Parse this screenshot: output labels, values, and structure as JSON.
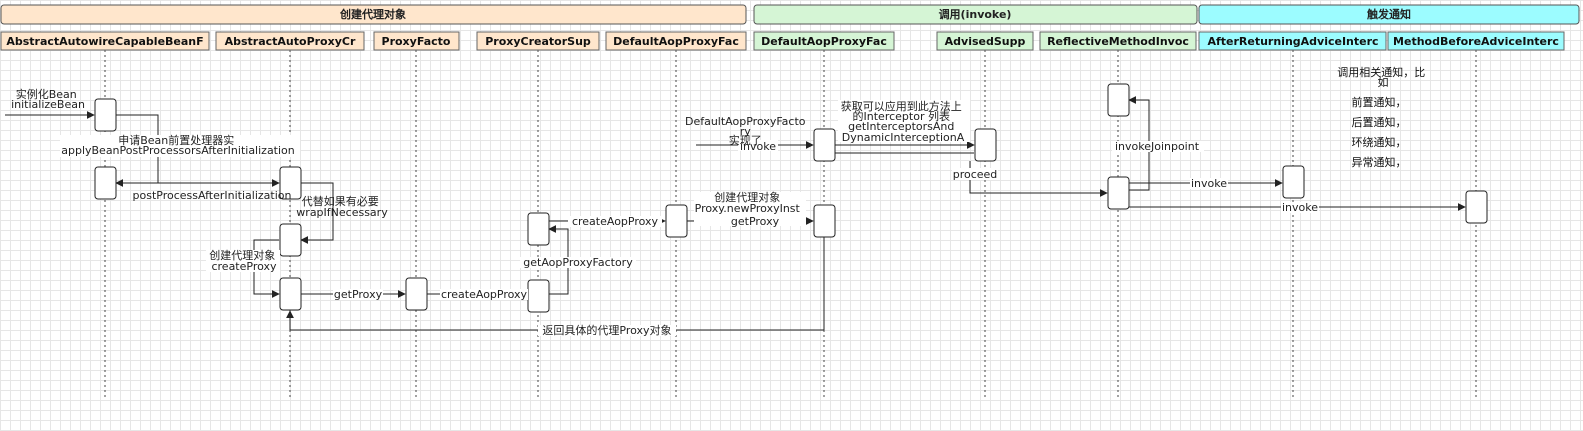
{
  "colors": {
    "group_create_fill": "#ffe6cc",
    "group_invoke_fill": "#d5f5d5",
    "group_trigger_fill": "#9cfcff",
    "line": "#222222",
    "grid": "#e6e6e6"
  },
  "groups": [
    {
      "id": "create",
      "label": "创建代理对象"
    },
    {
      "id": "invoke",
      "label": "调用(invoke)"
    },
    {
      "id": "trigger",
      "label": "触发通知"
    }
  ],
  "lanes": [
    {
      "id": "L1",
      "label": "AbstractAutowireCapableBeanF"
    },
    {
      "id": "L2",
      "label": "AbstractAutoProxyCr"
    },
    {
      "id": "L3",
      "label": "ProxyFacto"
    },
    {
      "id": "L4",
      "label": "ProxyCreatorSup"
    },
    {
      "id": "L5",
      "label": "DefaultAopProxyFac"
    },
    {
      "id": "L6",
      "label": "DefaultAopProxyFac"
    },
    {
      "id": "L7",
      "label": "AdvisedSupp"
    },
    {
      "id": "L8",
      "label": "ReflectiveMethodInvoc"
    },
    {
      "id": "L9",
      "label": "AfterReturningAdviceInterc"
    },
    {
      "id": "L10",
      "label": "MethodBeforeAdviceInterc"
    }
  ],
  "messages": {
    "m1": [
      "实例化Bean",
      "initializeBean"
    ],
    "m2": [
      "申请Bean前置处理器实",
      "applyBeanPostProcessorsAfterInitialization"
    ],
    "m3": [
      "postProcessAfterInitialization"
    ],
    "m4": [
      "代替如果有必要",
      "wrapIfNecessary"
    ],
    "m5": [
      "创建代理对象",
      "createProxy"
    ],
    "m6": [
      "getProxy"
    ],
    "m7": [
      "createAopProxy"
    ],
    "m8": [
      "getAopProxyFactory"
    ],
    "m9": [
      "createAopProxy"
    ],
    "m10": [
      "创建代理对象",
      "Proxy.newProxyInst",
      "getProxy"
    ],
    "m11": [
      "返回具体的代理Proxy对象"
    ],
    "m12": [
      "DefaultAopProxyFacto",
      "ry",
      "实现了",
      "invoke"
    ],
    "m13": [
      "获取可以应用到此方法上",
      "的Interceptor 列表",
      "getInterceptorsAnd",
      "DynamicInterceptionA"
    ],
    "m14": [
      "proceed"
    ],
    "m15": [
      "invokeJoinpoint"
    ],
    "m16": [
      "invoke"
    ],
    "m17": [
      "invoke"
    ]
  },
  "note": {
    "title": [
      "调用相关通知，比",
      "如"
    ],
    "items": [
      "前置通知，",
      "后置通知，",
      "环绕通知，",
      "异常通知，"
    ]
  }
}
